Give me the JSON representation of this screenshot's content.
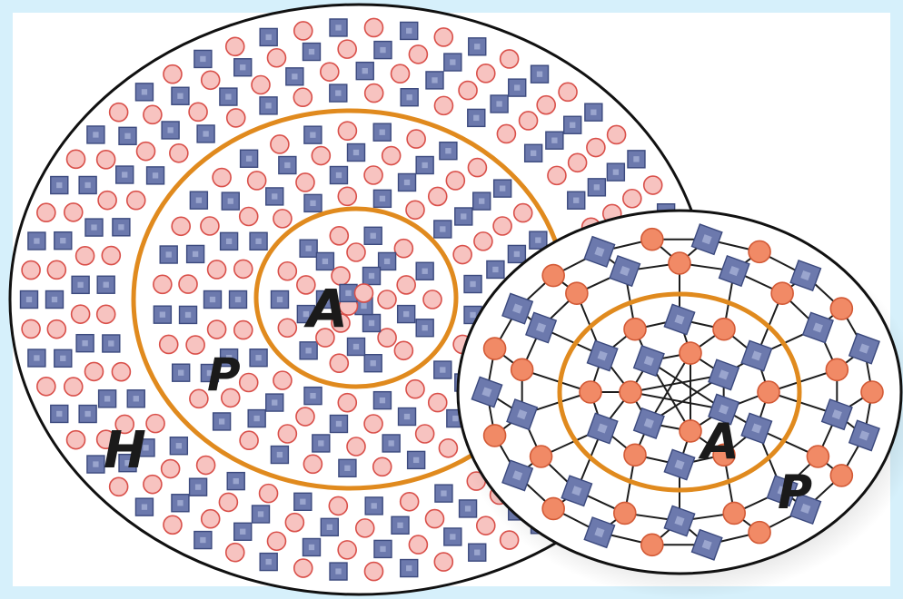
{
  "colors": {
    "frame_blue": "#d6f0fb",
    "frame_stripe": "#bfe6f7",
    "outline": "#111111",
    "orange_ring": "#e08a1e",
    "circle_fill_left": "#f7c3c0",
    "circle_stroke_left": "#d9504a",
    "square_fill": "#6c79ad",
    "square_stroke": "#3c4a7e",
    "circle_fill_right": "#f18a66",
    "circle_stroke_right": "#d35a36",
    "label": "#1a1a1a"
  },
  "left_diagram": {
    "labels": {
      "core": "A",
      "middle": "P",
      "outer": "H"
    },
    "particle_pattern": [
      "circle-particle",
      "square-particle"
    ],
    "rings_of_particles": 12,
    "orange_boundaries": 2
  },
  "right_diagram": {
    "labels": {
      "core": "A",
      "outer": "P"
    },
    "particle_pattern": [
      "circle-particle",
      "square-particle"
    ],
    "connected_network": true,
    "orange_boundaries": 1
  }
}
